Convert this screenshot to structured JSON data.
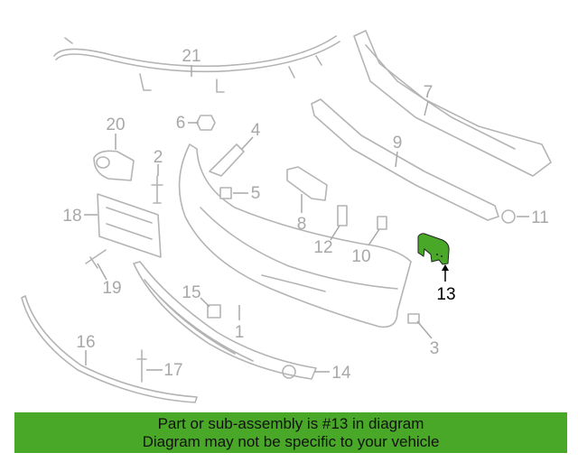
{
  "diagram": {
    "highlight_color": "#4aa829",
    "selected_part": "13",
    "callouts": [
      "1",
      "2",
      "3",
      "4",
      "5",
      "6",
      "7",
      "8",
      "9",
      "10",
      "11",
      "12",
      "13",
      "14",
      "15",
      "16",
      "17",
      "18",
      "19",
      "20",
      "21"
    ]
  },
  "banner": {
    "line1": "Part or sub-assembly is #13 in diagram",
    "line2": "Diagram may not be specific to your vehicle"
  }
}
